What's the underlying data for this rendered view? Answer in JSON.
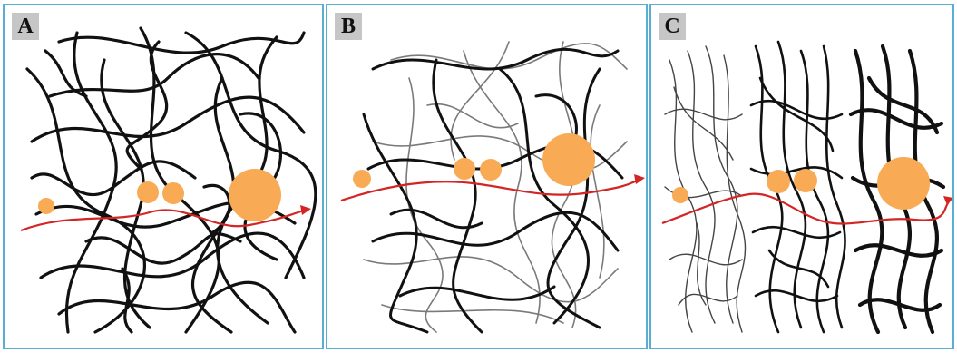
{
  "panels": [
    {
      "id": "a",
      "label": "A"
    },
    {
      "id": "b",
      "label": "B"
    },
    {
      "id": "c",
      "label": "C"
    }
  ],
  "colors": {
    "fiber": "#111111",
    "fiber_light": "#7a7a7a",
    "particle": "#f8aa55",
    "path": "#d42525",
    "panel_border": "#5aaed3",
    "label_bg": "#c6c6c6"
  }
}
